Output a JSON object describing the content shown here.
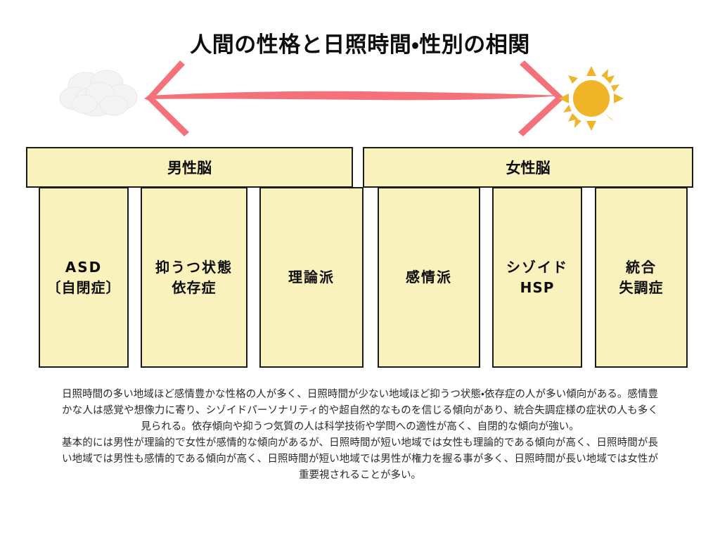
{
  "title": "人間の性格と日照時間・性別の相関",
  "icons": {
    "left": {
      "name": "cloud-icon",
      "meaning": "日照時間が少ない",
      "color": "#f2f2f2"
    },
    "right": {
      "name": "sun-icon",
      "meaning": "日照時間が多い",
      "color": "#f0b429",
      "ray_count": 12
    },
    "axis_arrow": {
      "name": "double-headed-arrow-icon",
      "color": "#f4717a",
      "direction": "both"
    }
  },
  "panels": [
    {
      "id": "male",
      "header": "男性脳",
      "categories": [
        {
          "line1": "ASD",
          "line2": "〔自閉症〕"
        },
        {
          "line1": "抑うつ状態",
          "line2": "依存症"
        },
        {
          "line1": "理論派",
          "line2": ""
        }
      ]
    },
    {
      "id": "female",
      "header": "女性脳",
      "categories": [
        {
          "line1": "感情派",
          "line2": ""
        },
        {
          "line1": "シゾイド",
          "line2": "HSP"
        },
        {
          "line1": "統合",
          "line2": "失調症"
        }
      ]
    }
  ],
  "categories_flat": [
    {
      "line1": "ASD",
      "line2": "〔自閉症〕"
    },
    {
      "line1": "抑うつ状態",
      "line2": "依存症"
    },
    {
      "line1": "理論派",
      "line2": ""
    },
    {
      "line1": "感情派",
      "line2": ""
    },
    {
      "line1": "シゾイド",
      "line2": "HSP"
    },
    {
      "line1": "統合",
      "line2": "失調症"
    }
  ],
  "body": {
    "paragraph1": "日照時間の多い地域ほど感情豊かな性格の人が多く、日照時間が少ない地域ほど抑うつ状態・依存症の人が多い傾向がある。感情豊かな人は感覚や想像力に寄り、シゾイドパーソナリティ的や超自然的なものを信じる傾向があり、統合失調症様の症状の人も多く見られる。依存傾向や抑うつ気質の人は科学技術や学問への適性が高く、自閉的な傾向が強い。",
    "paragraph2": "基本的には男性が理論的で女性が感情的な傾向があるが、日照時間が短い地域では女性も理論的である傾向が高く、日照時間が長い地域では男性も感情的である傾向が高く、日照時間が短い地域では男性が権力を握る事が多く、日照時間が長い地域では女性が重要視されることが多い。"
  },
  "colors": {
    "panel_fill": "#faf2bd",
    "panel_border": "#1b1b1b",
    "arrow": "#f4717a",
    "sun": "#f0b429",
    "cloud": "#f2f2f2",
    "background": "#ffffff",
    "text": "#0d0d0d"
  }
}
